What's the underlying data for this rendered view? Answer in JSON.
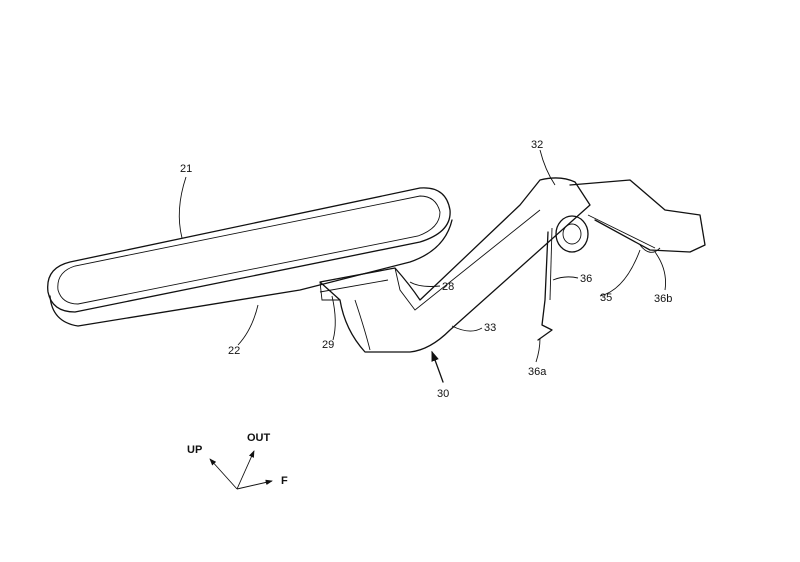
{
  "labels": {
    "l21": "21",
    "l22": "22",
    "l28": "28",
    "l29": "29",
    "l30": "30",
    "l32": "32",
    "l33": "33",
    "l35": "35",
    "l36": "36",
    "l36a": "36a",
    "l36b": "36b"
  },
  "directions": {
    "up": "UP",
    "out": "OUT",
    "f": "F"
  }
}
